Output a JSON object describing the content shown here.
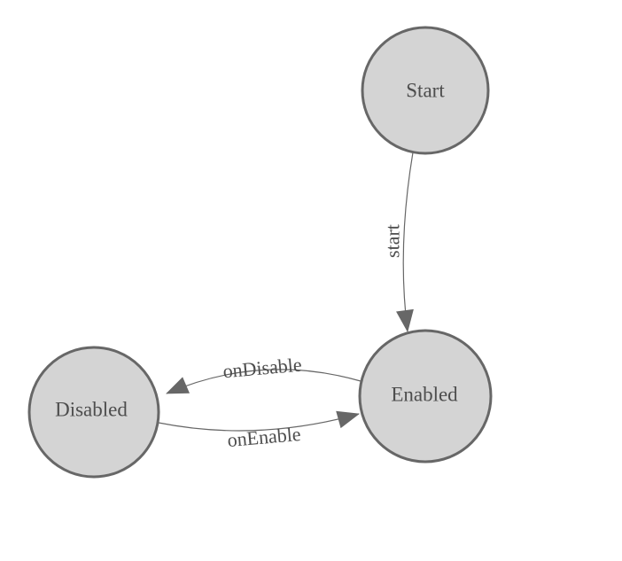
{
  "diagram": {
    "type": "state-machine",
    "colors": {
      "canvas_background": "#ffffff",
      "node_fill": "#d4d4d4",
      "node_border": "#676767",
      "edge_line": "#676767",
      "label_text": "#4d4d4d"
    },
    "nodes": [
      {
        "id": "start",
        "label": "Start"
      },
      {
        "id": "enabled",
        "label": "Enabled"
      },
      {
        "id": "disabled",
        "label": "Disabled"
      }
    ],
    "edges": [
      {
        "from": "Start",
        "to": "Enabled",
        "label": "start"
      },
      {
        "from": "Enabled",
        "to": "Disabled",
        "label": "onDisable"
      },
      {
        "from": "Disabled",
        "to": "Enabled",
        "label": "onEnable"
      }
    ]
  }
}
